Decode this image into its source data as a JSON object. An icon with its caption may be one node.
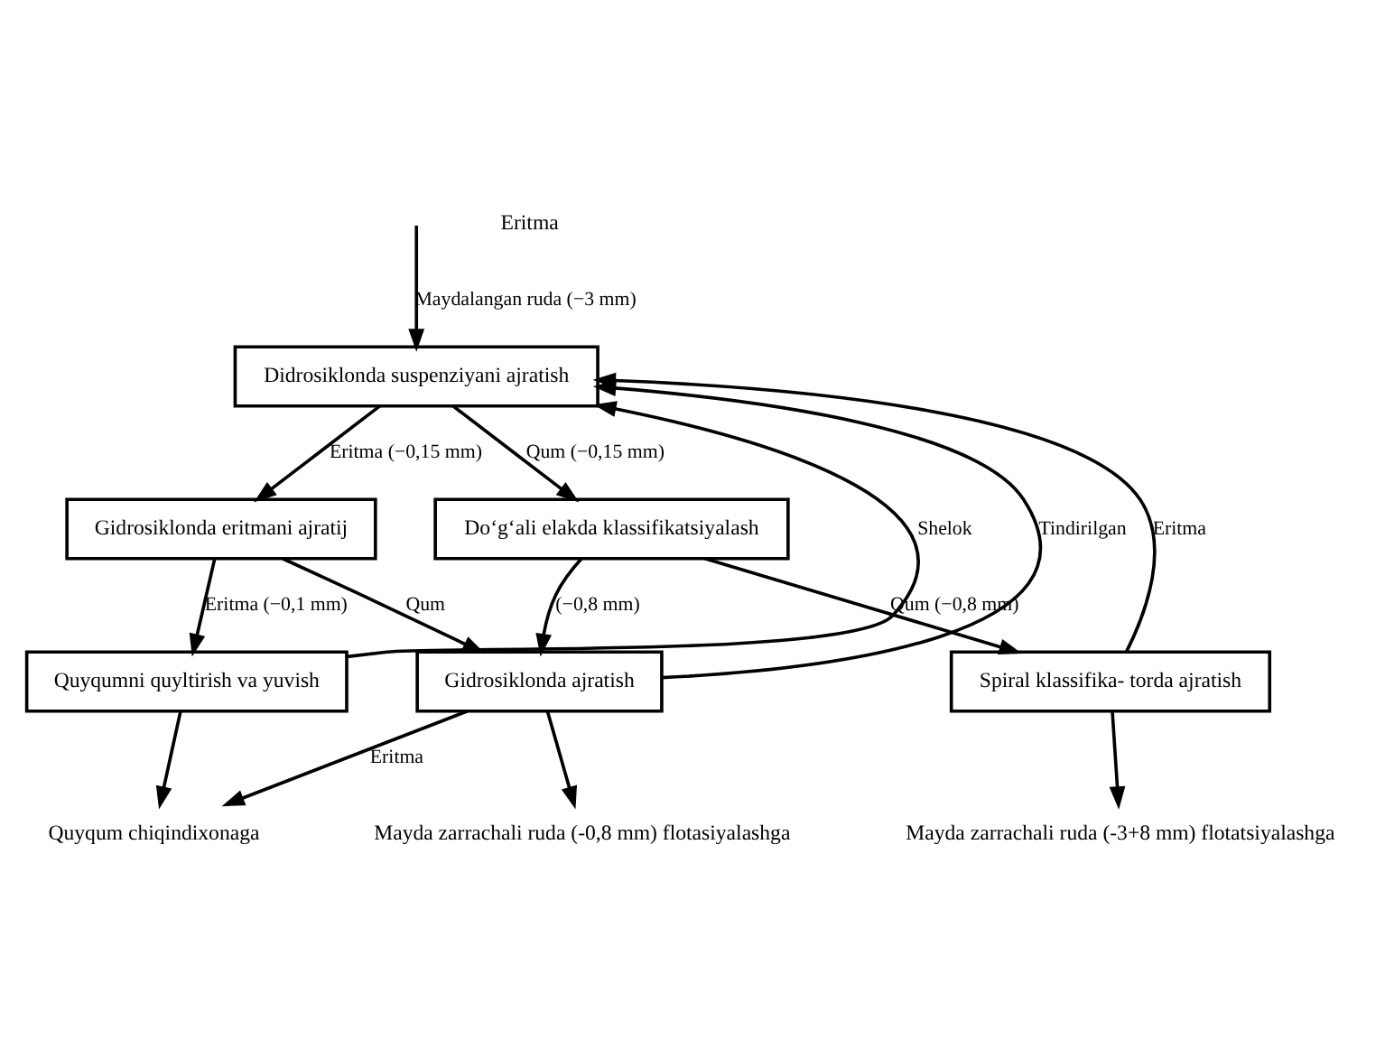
{
  "diagram": {
    "nodes": [
      {
        "text": [
          "Didrosiklonda suspenziyani ajratish"
        ]
      },
      {
        "text": [
          "Gidrosiklonda eritmani ajratij"
        ]
      },
      {
        "text": [
          "Do‘g‘ali elakda klassifikatsiyalash"
        ]
      },
      {
        "text": [
          "Quyqumni quyltirish va yuvish"
        ]
      },
      {
        "text": [
          "Gidrosiklonda ajratish"
        ]
      },
      {
        "text": [
          "Spiral klassifika- torda ajratish"
        ]
      },
      {
        "text": [
          "Quyqum chiqindixonaga"
        ]
      },
      {
        "text": [
          "Mayda zarrachali ruda (-0,8 mm) flotasiyalashga"
        ]
      },
      {
        "text": [
          "Mayda zarrachali ruda (-3+8 mm) flotatsiyalashga"
        ]
      }
    ],
    "edges": [
      {
        "from": null,
        "to": 0,
        "arrow": "to",
        "label": "Maydalangan ruda (−3 mm)"
      },
      {
        "from": 0,
        "to": 1,
        "arrow": "to",
        "label": "Eritma (−0,15 mm)"
      },
      {
        "from": 0,
        "to": 2,
        "arrow": "to",
        "label": "Qum (−0,15 mm)"
      },
      {
        "from": 1,
        "to": 3,
        "arrow": "to",
        "label": "Eritma (−0,1 mm)"
      },
      {
        "from": 1,
        "to": 4,
        "arrow": "to",
        "label": "Qum"
      },
      {
        "from": 2,
        "to": 4,
        "arrow": "to",
        "label": "(−0,8 mm)"
      },
      {
        "from": 2,
        "to": 5,
        "arrow": "to",
        "label": "Qum (−0,8 mm)"
      },
      {
        "from": 3,
        "to": 0,
        "arrow": "to",
        "label": "Shelok"
      },
      {
        "from": 3,
        "to": 6,
        "arrow": "to"
      },
      {
        "from": 4,
        "to": 6,
        "arrow": "to",
        "label": "Eritma"
      },
      {
        "from": 4,
        "to": 0,
        "arrow": "to",
        "label": "Tindirilgan"
      },
      {
        "from": 4,
        "to": 7,
        "arrow": "to"
      },
      {
        "from": 5,
        "to": 8,
        "arrow": "to"
      },
      {
        "from": 5,
        "to": 0,
        "arrow": "to",
        "label": "Eritma"
      }
    ],
    "labels": [
      "Eritma"
    ]
  }
}
